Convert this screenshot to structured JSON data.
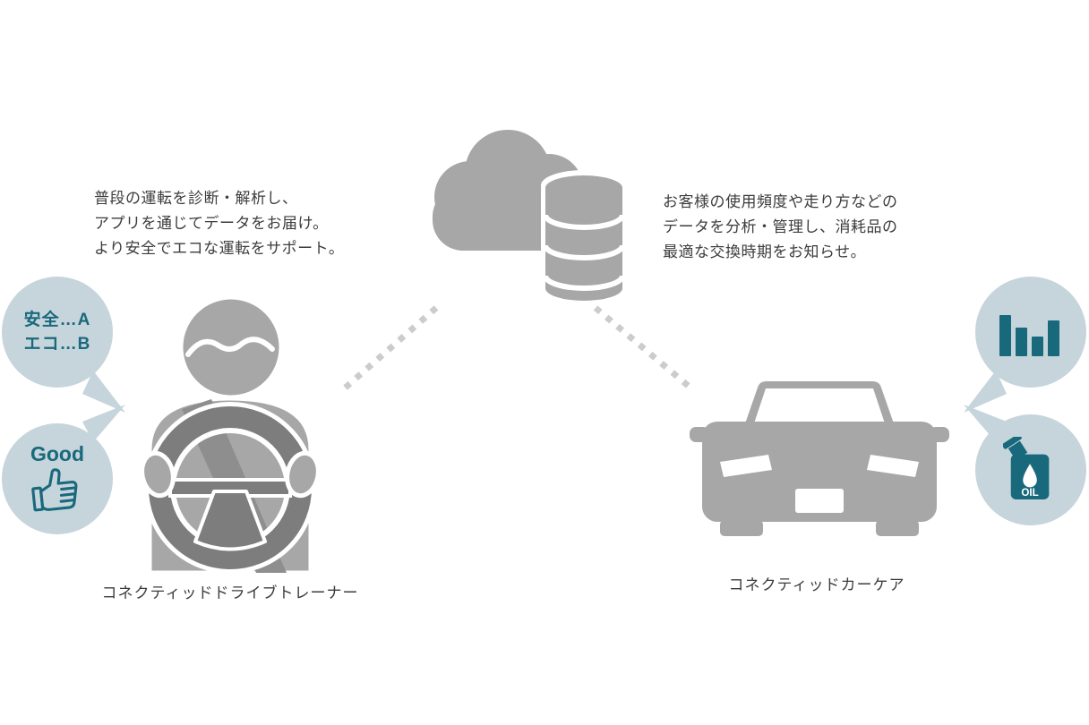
{
  "left": {
    "description": [
      "普段の運転を診断・解析し、",
      "アプリを通じてデータをお届け。",
      "より安全でエコな運転をサポート。"
    ],
    "score_bubble": {
      "safety": "安全…A",
      "eco": "エコ…B"
    },
    "good_bubble": {
      "label": "Good"
    },
    "caption": "コネクティッドドライブトレーナー"
  },
  "right": {
    "description": [
      "お客様の使用頻度や走り方などの",
      "データを分析・管理し、消耗品の",
      "最適な交換時期をお知らせ。"
    ],
    "oil_bubble": {
      "label": "OIL"
    },
    "caption": "コネクティッドカーケア"
  },
  "colors": {
    "icon_gray": "#a7a7a7",
    "wheel_gray": "#7d7d7d",
    "belt_gray": "#8e8e8e",
    "bubble_blue": "#c6d5dc",
    "teal": "#19697c",
    "text_dark": "#3c3c3c",
    "dot_gray": "#cccccc"
  }
}
